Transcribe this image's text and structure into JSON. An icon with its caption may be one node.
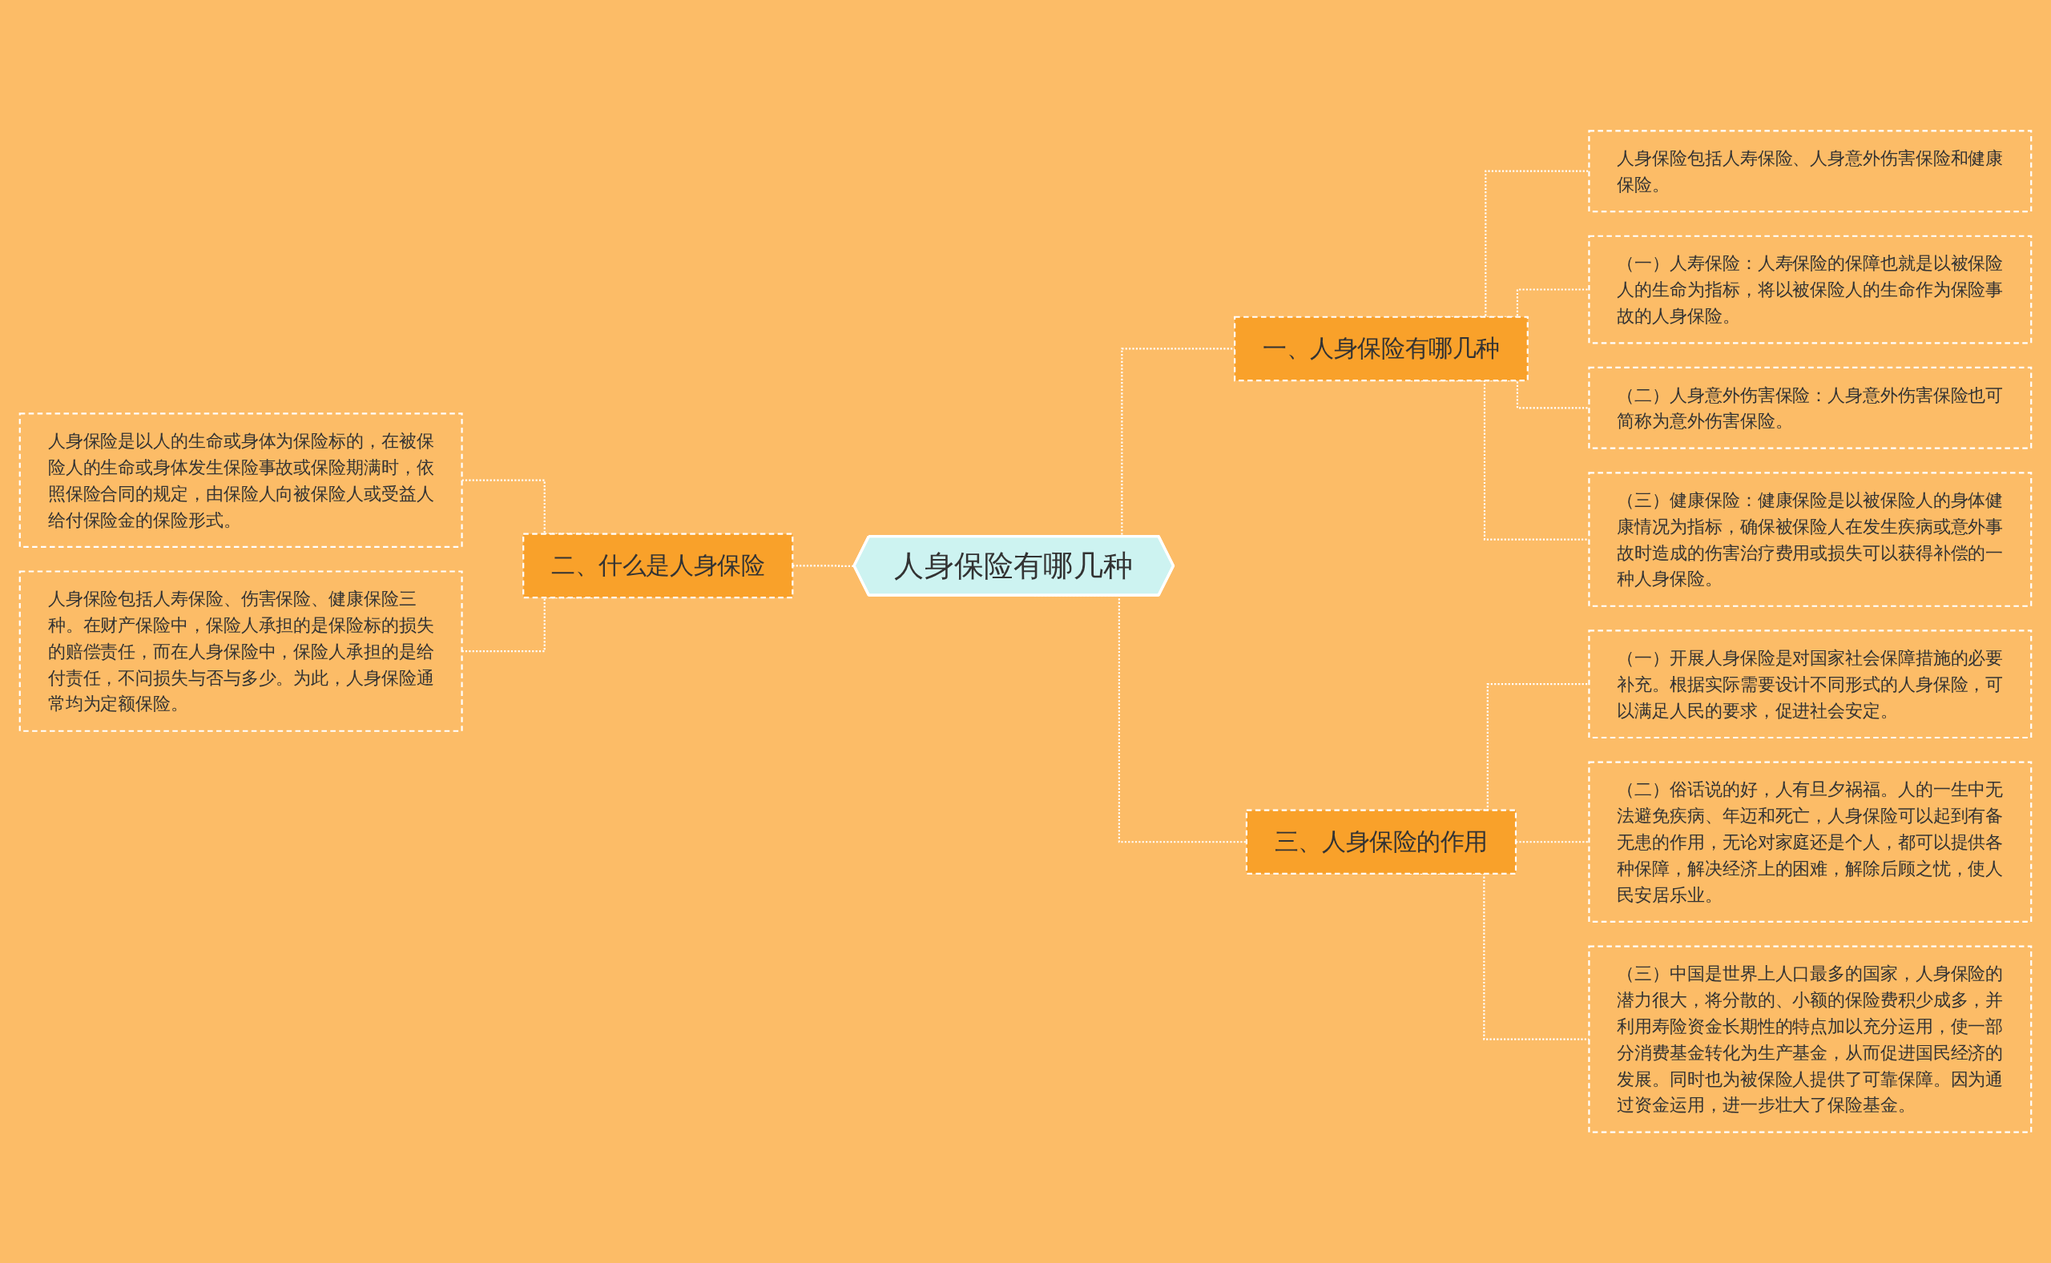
{
  "diagram": {
    "nodes": [
      {
        "text": [
          "人身保险有哪几种"
        ]
      },
      {
        "text": [
          "一、人身保险有哪几种"
        ]
      },
      {
        "text": [
          "人身保险包括人寿保险、人身意外伤害保险和健康保险。"
        ]
      },
      {
        "text": [
          "（一）人寿保险：人寿保险的保障也就是以被保险人的生命为指标，将以被保险人的生命作为保险事故的人身保险。"
        ]
      },
      {
        "text": [
          "（二）人身意外伤害保险：人身意外伤害保险也可简称为意外伤害保险。"
        ]
      },
      {
        "text": [
          "（三）健康保险：健康保险是以被保险人的身体健康情况为指标，确保被保险人在发生疾病或意外事故时造成的伤害治疗费用或损失可以获得补偿的一种人身保险。"
        ]
      },
      {
        "text": [
          "三、人身保险的作用"
        ]
      },
      {
        "text": [
          "（一）开展人身保险是对国家社会保障措施的必要补充。根据实际需要设计不同形式的人身保险，可以满足人民的要求，促进社会安定。"
        ]
      },
      {
        "text": [
          "（二）俗话说的好，人有旦夕祸福。人的一生中无法避免疾病、年迈和死亡，人身保险可以起到有备无患的作用，无论对家庭还是个人，都可以提供各种保障，解决经济上的困难，解除后顾之忧，使人民安居乐业。"
        ]
      },
      {
        "text": [
          "（三）中国是世界上人口最多的国家，人身保险的潜力很大，将分散的、小额的保险费积少成多，并利用寿险资金长期性的特点加以充分运用，使一部分消费基金转化为生产基金，从而促进国民经济的发展。同时也为被保险人提供了可靠保障。因为通过资金运用，进一步壮大了保险基金。"
        ]
      },
      {
        "text": [
          "二、什么是人身保险"
        ]
      },
      {
        "text": [
          "人身保险是以人的生命或身体为保险标的，在被保险人的生命或身体发生保险事故或保险期满时，依照保险合同的规定，由保险人向被保险人或受益人给付保险金的保险形式。"
        ]
      },
      {
        "text": [
          "人身保险包括人寿保险、伤害保险、健康保险三种。在财产保险中，保险人承担的是保险标的损失的赔偿责任，而在人身保险中，保险人承担的是给付责任，不问损失与否与多少。为此，人身保险通常均为定额保险。"
        ]
      }
    ],
    "edges": [
      {
        "from": 0,
        "to": 1,
        "arrow": "none",
        "style": "dashed"
      },
      {
        "from": 1,
        "to": 2,
        "arrow": "none",
        "style": "dashed"
      },
      {
        "from": 1,
        "to": 3,
        "arrow": "none",
        "style": "dashed"
      },
      {
        "from": 1,
        "to": 4,
        "arrow": "none",
        "style": "dashed"
      },
      {
        "from": 1,
        "to": 5,
        "arrow": "none",
        "style": "dashed"
      },
      {
        "from": 0,
        "to": 6,
        "arrow": "none",
        "style": "dashed"
      },
      {
        "from": 6,
        "to": 7,
        "arrow": "none",
        "style": "dashed"
      },
      {
        "from": 6,
        "to": 8,
        "arrow": "none",
        "style": "dashed"
      },
      {
        "from": 6,
        "to": 9,
        "arrow": "none",
        "style": "dashed"
      },
      {
        "from": 10,
        "to": 0,
        "arrow": "none",
        "style": "dashed"
      },
      {
        "from": 11,
        "to": 10,
        "arrow": "none",
        "style": "dashed"
      },
      {
        "from": 12,
        "to": 10,
        "arrow": "none",
        "style": "dashed"
      }
    ]
  }
}
